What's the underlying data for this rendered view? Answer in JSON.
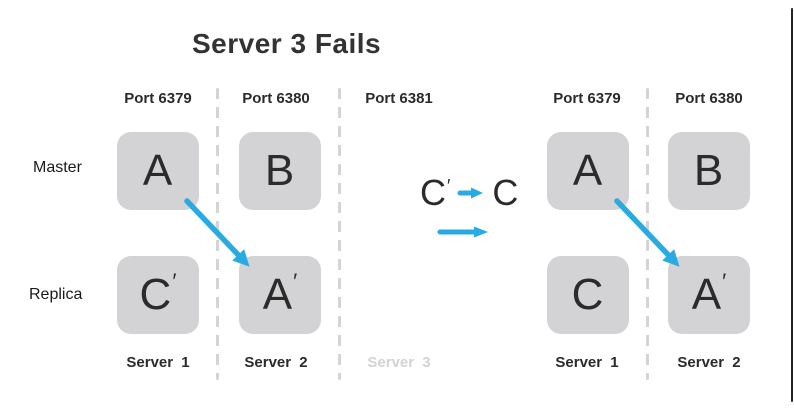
{
  "title": "Server 3 Fails",
  "colors": {
    "accent": "#29abe2",
    "box_fill": "#d3d3d5",
    "dash": "#d4d4d7",
    "muted_text": "#d3d3d6",
    "ink": "#2b2b2b",
    "title_ink": "#333333",
    "frame": "#222222"
  },
  "before": {
    "ports": [
      "Port 6379",
      "Port 6380",
      "Port 6381"
    ],
    "rows": [
      "Master",
      "Replica"
    ],
    "servers": [
      "Server 1",
      "Server 2",
      "Server 3"
    ],
    "nodes": {
      "master": [
        {
          "letter": "A",
          "prime": ""
        },
        {
          "letter": "B",
          "prime": ""
        }
      ],
      "replica": [
        {
          "letter": "C",
          "prime": "′"
        },
        {
          "letter": "A",
          "prime": "′"
        }
      ]
    }
  },
  "transition": {
    "from_letter": "C",
    "from_prime": "′",
    "to_letter": "C"
  },
  "after": {
    "ports": [
      "Port 6379",
      "Port 6380"
    ],
    "servers": [
      "Server 1",
      "Server 2"
    ],
    "nodes": {
      "master": [
        {
          "letter": "A",
          "prime": ""
        },
        {
          "letter": "B",
          "prime": ""
        }
      ],
      "replica": [
        {
          "letter": "C",
          "prime": ""
        },
        {
          "letter": "A",
          "prime": "′"
        }
      ]
    }
  }
}
